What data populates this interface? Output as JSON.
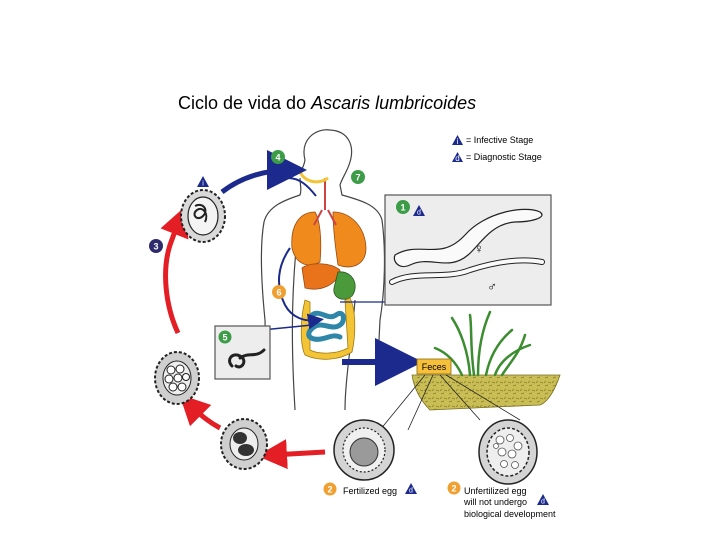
{
  "title": {
    "prefix": "Ciclo de vida do ",
    "species": "Ascaris lumbricoides"
  },
  "legend": {
    "infective": {
      "letter": "i",
      "label": "= Infective Stage"
    },
    "diagnostic": {
      "letter": "d",
      "label": "= Diagnostic Stage"
    }
  },
  "steps": {
    "s1": "1",
    "s2a": "2",
    "s2b": "2",
    "s3": "3",
    "s4": "4",
    "s5": "5",
    "s6": "6",
    "s7": "7"
  },
  "labels": {
    "feces": "Feces",
    "fertilized": "Fertilized egg",
    "unfertilized": [
      "Unfertilized egg",
      "will not undergo",
      "biological development"
    ],
    "female": "♀",
    "male": "♂"
  },
  "colors": {
    "red_arrow": "#e31e24",
    "blue_arrow": "#1b2a8c",
    "lungs": "#f08a1d",
    "liver": "#e8731b",
    "stomach": "#4a9a3c",
    "intestine": "#f3c436",
    "small_intestine": "#2e86a8",
    "legend_triangle": "#1b2a8c",
    "step_green": "#3c9c48",
    "step_orange": "#f0a030",
    "step_dark": "#2d2a6e",
    "soil": "#bfb24a",
    "feces_box": "#f6c03a"
  }
}
